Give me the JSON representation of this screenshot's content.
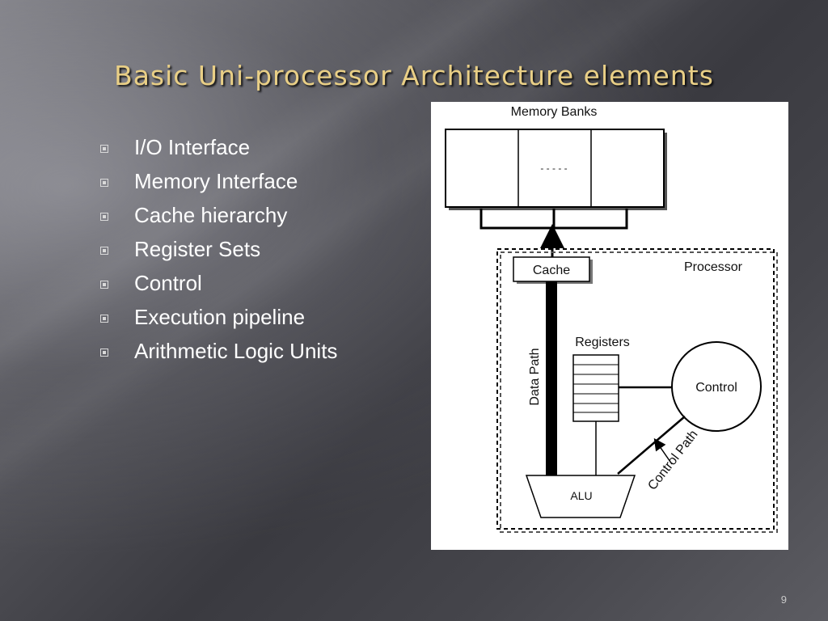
{
  "slide": {
    "title": "Basic Uni-processor Architecture elements",
    "page_number": "9"
  },
  "bullets": [
    "I/O Interface",
    "Memory Interface",
    "Cache hierarchy",
    "Register Sets",
    "Control",
    "Execution pipeline",
    "Arithmetic Logic Units"
  ],
  "diagram": {
    "memory_banks_label": "Memory Banks",
    "memory_dots": "- - - - -",
    "processor_label": "Processor",
    "cache_label": "Cache",
    "data_path_label": "Data Path",
    "registers_label": "Registers",
    "control_label": "Control",
    "alu_label": "ALU",
    "control_path_label": "Control Path"
  }
}
